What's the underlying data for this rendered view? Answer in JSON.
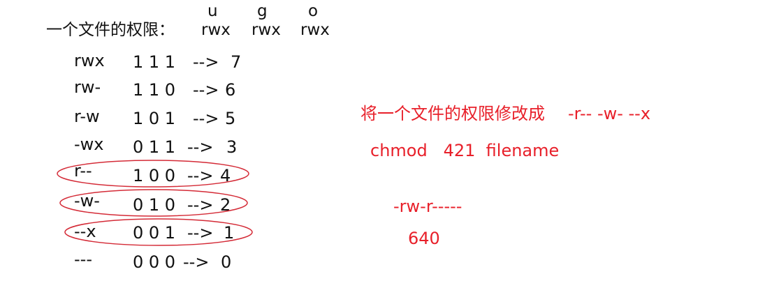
{
  "header": {
    "title": "一个文件的权限：",
    "groups": [
      {
        "letter": "u",
        "perm": "rwx"
      },
      {
        "letter": "g",
        "perm": "rwx"
      },
      {
        "letter": "o",
        "perm": "rwx"
      }
    ]
  },
  "rows": [
    {
      "perm": "rwx",
      "bits": "1 1 1",
      "arrow": "-->",
      "value": "7",
      "circled": false
    },
    {
      "perm": "rw-",
      "bits": "1 1 0",
      "arrow": "-->",
      "value": "6",
      "circled": false
    },
    {
      "perm": "r-w",
      "bits": "1 0 1",
      "arrow": "-->",
      "value": "5",
      "circled": false
    },
    {
      "perm": "-wx",
      "bits": "0 1 1",
      "arrow": "-->",
      "value": "3",
      "circled": false
    },
    {
      "perm": "r--",
      "bits": "1 0 0",
      "arrow": "-->",
      "value": "4",
      "circled": true
    },
    {
      "perm": "-w-",
      "bits": "0 1 0",
      "arrow": "-->",
      "value": "2",
      "circled": true
    },
    {
      "perm": "--x",
      "bits": "0 0 1",
      "arrow": "-->",
      "value": "1",
      "circled": true
    },
    {
      "perm": "---",
      "bits": "0 0 0",
      "arrow": "-->",
      "value": "0",
      "circled": false
    }
  ],
  "notes": {
    "task": "将一个文件的权限修改成",
    "target_perm": "-r-- -w- --x",
    "command": "chmod   421  filename",
    "example_perm": "-rw-r-----",
    "example_value": "640"
  },
  "colors": {
    "text": "#111111",
    "annotation": "#e8202a",
    "circle": "#d42a36"
  }
}
